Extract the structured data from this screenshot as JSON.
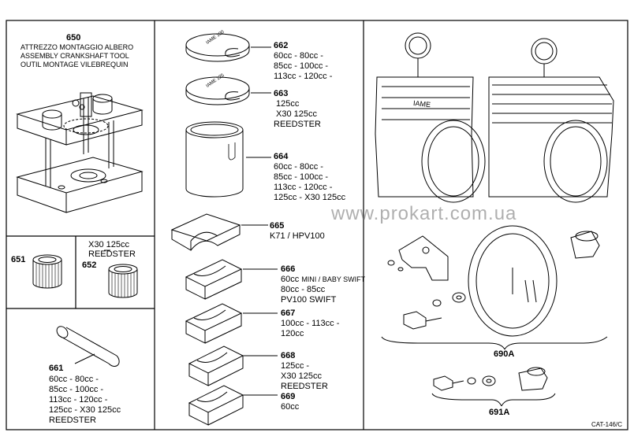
{
  "watermark": "www.prokart.com.ua",
  "catalog_code": "CAT-146/C",
  "colors": {
    "line": "#000000",
    "watermark": "#6e6e6e"
  },
  "parts": {
    "p650": {
      "num": "650",
      "lines": [
        "ATTREZZO MONTAGGIO ALBERO",
        "ASSEMBLY CRANKSHAFT TOOL",
        "OUTIL MONTAGE VILEBREQUIN"
      ]
    },
    "p651": {
      "num": "651"
    },
    "p652": {
      "num": "652",
      "lines": [
        "X30 125cc",
        "REEDSTER"
      ]
    },
    "p661": {
      "num": "661",
      "lines": [
        "60cc - 80cc -",
        "85cc - 100cc -",
        "113cc - 120cc -",
        "125cc - X30 125cc",
        "REEDSTER"
      ]
    },
    "p662": {
      "num": "662",
      "lines": [
        "60cc - 80cc -",
        "85cc - 100cc -",
        "113cc - 120cc -"
      ],
      "plate_label": "IAME 100"
    },
    "p663": {
      "num": "663",
      "lines": [
        "125cc",
        "X30 125cc",
        "REEDSTER"
      ],
      "plate_label": "IAME 125"
    },
    "p664": {
      "num": "664",
      "lines": [
        "60cc - 80cc -",
        "85cc - 100cc -",
        "113cc - 120cc -",
        "125cc - X30 125cc"
      ]
    },
    "p665": {
      "num": "665",
      "lines": [
        "K71 / HPV100"
      ]
    },
    "p666": {
      "num": "666",
      "line1": "60cc",
      "line1_small": "MINI / BABY SWIFT",
      "lines": [
        "80cc - 85cc",
        "PV100 SWIFT"
      ]
    },
    "p667": {
      "num": "667",
      "lines": [
        "100cc - 113cc -",
        "120cc"
      ]
    },
    "p668": {
      "num": "668",
      "lines": [
        "125cc -",
        "X30 125cc",
        "REEDSTER"
      ]
    },
    "p669": {
      "num": "669",
      "lines": [
        "60cc"
      ]
    },
    "p690A": {
      "num": "690A",
      "engine_label": "IAME"
    },
    "p691A": {
      "num": "691A"
    }
  }
}
